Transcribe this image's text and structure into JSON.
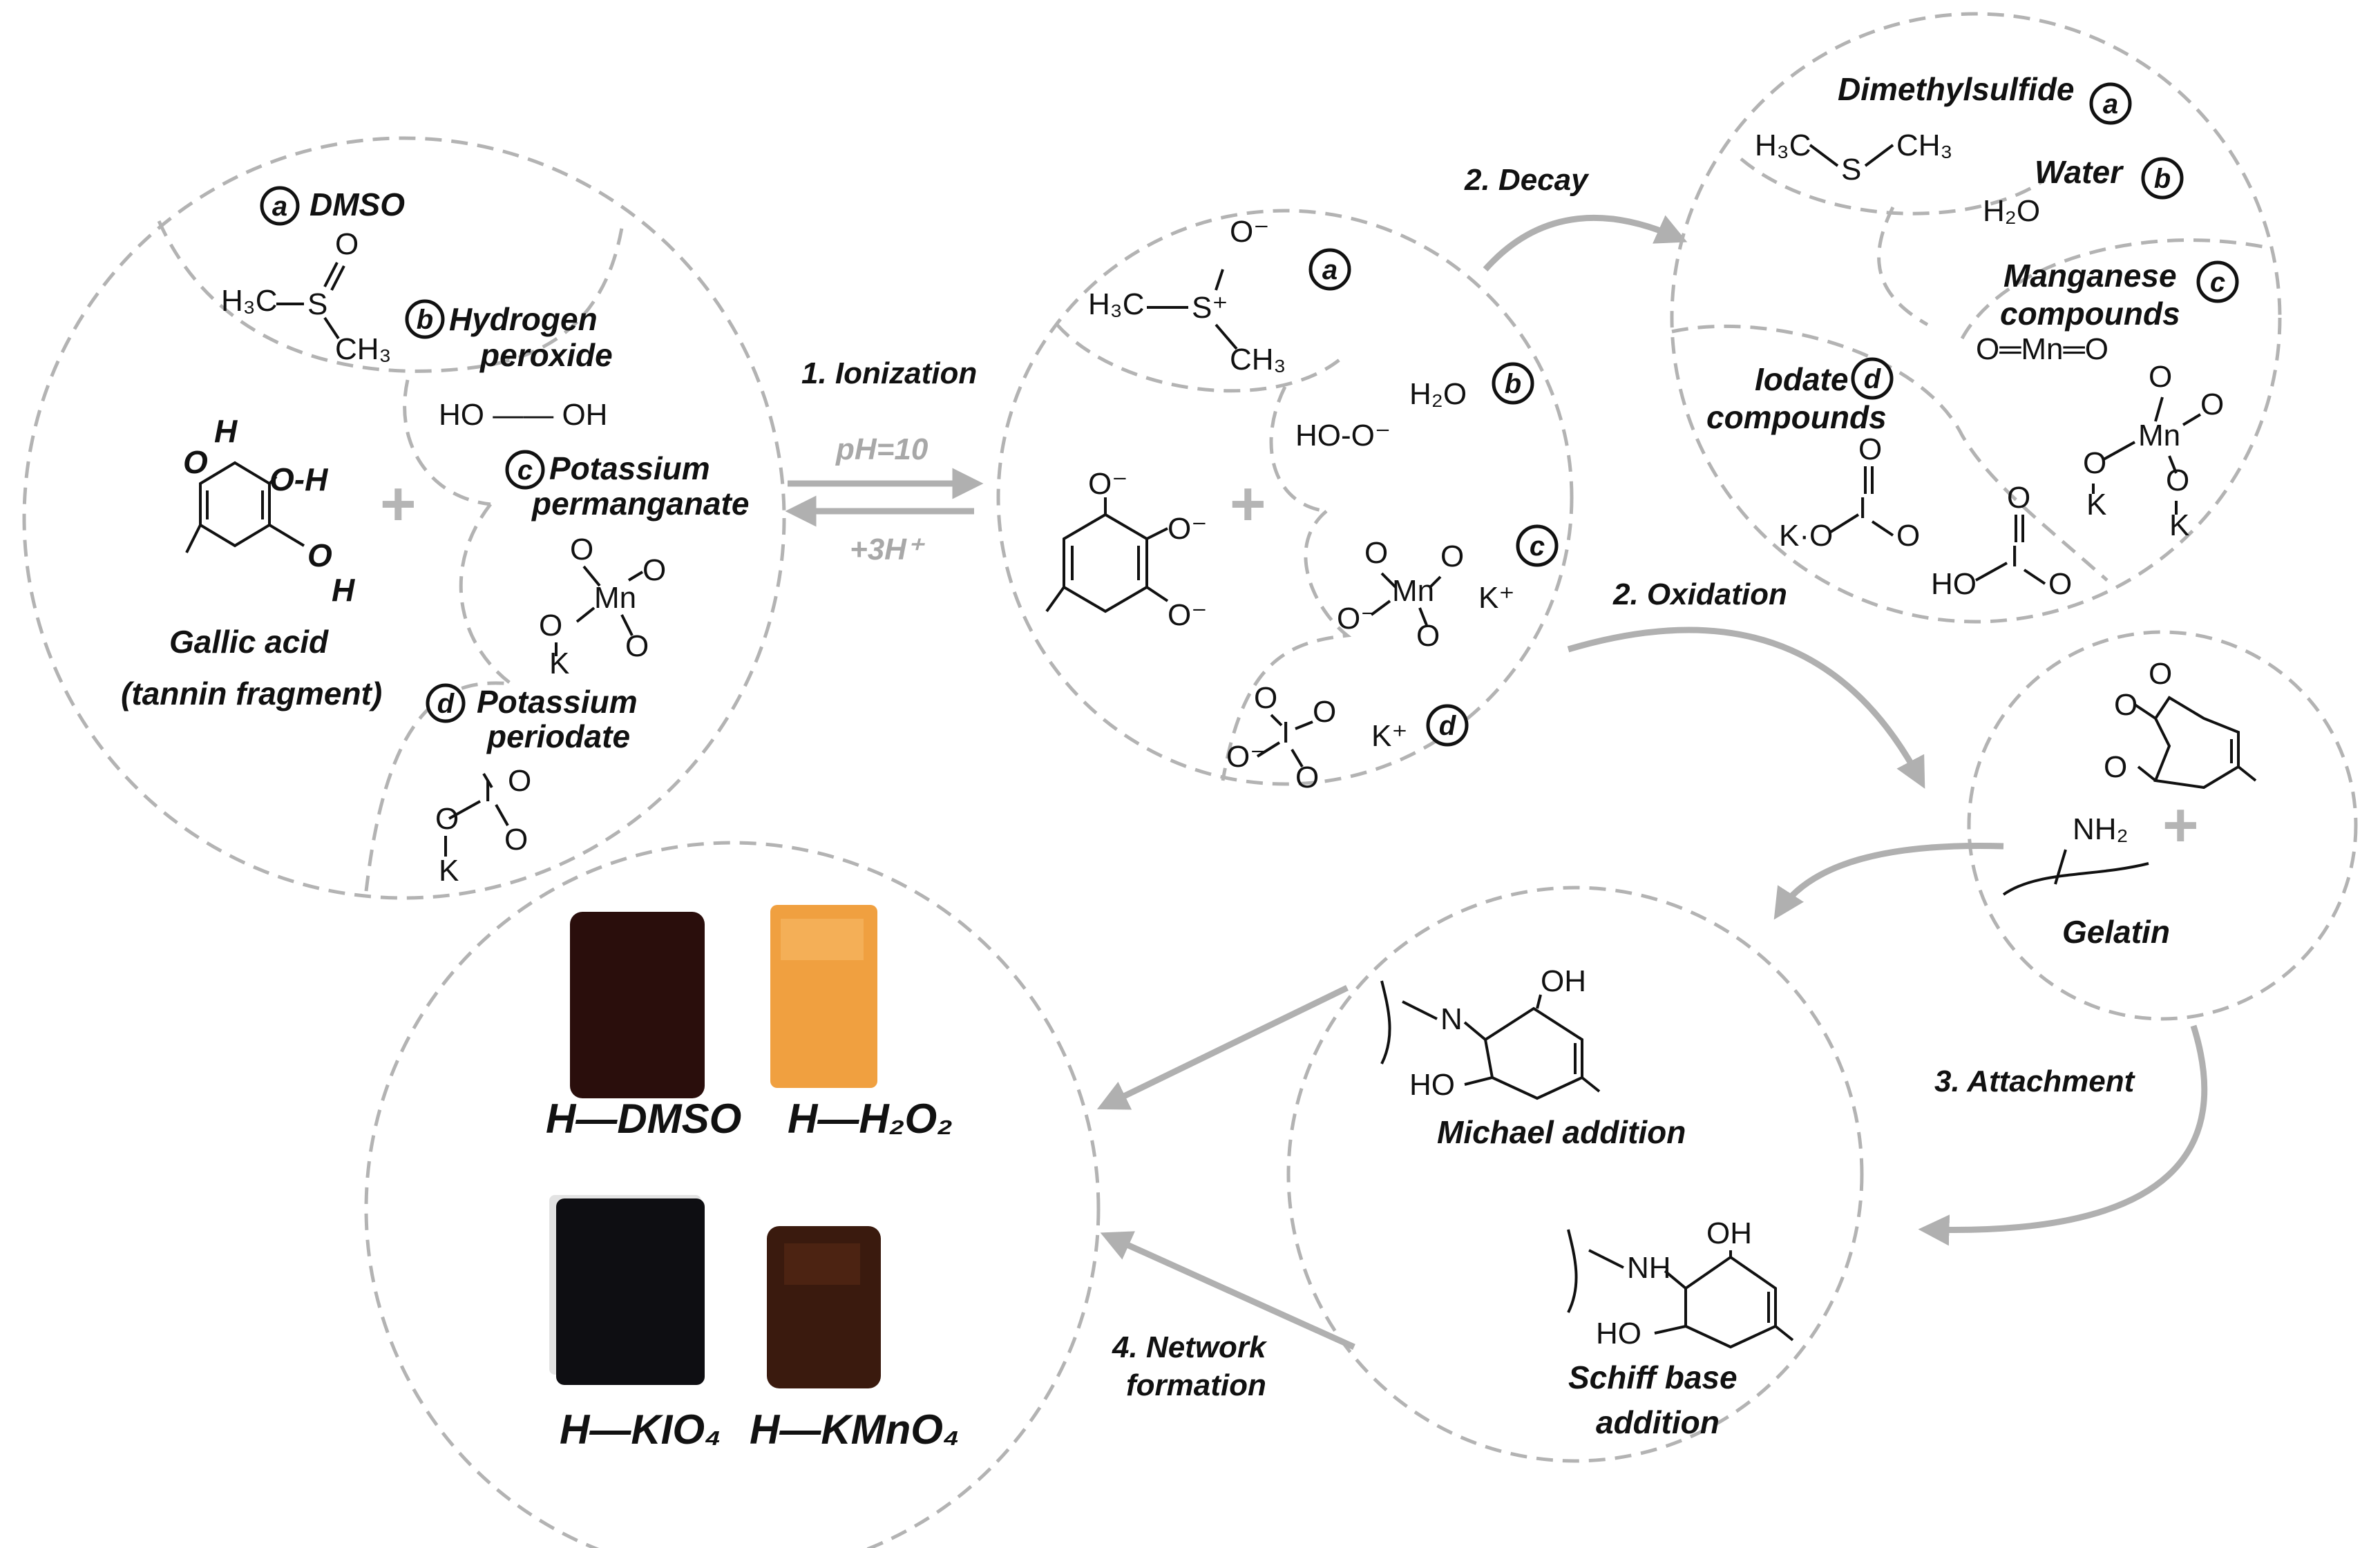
{
  "left_circle": {
    "badge_a": "a",
    "dmso": "DMSO",
    "dmso_o": "O",
    "dmso_h3c": "H₃C",
    "dmso_s": "S",
    "dmso_ch3": "CH₃",
    "badge_b": "b",
    "hp_line1": "Hydrogen",
    "hp_line2": "peroxide",
    "hp_formula": "HO —— OH",
    "badge_c": "c",
    "kmno4_line1": "Potassium",
    "kmno4_line2": "permanganate",
    "mn": "Mn",
    "o": "O",
    "k": "K",
    "badge_d": "d",
    "kio4_line1": "Potassium",
    "kio4_line2": "periodate",
    "i": "I",
    "ga_h": "H",
    "ga_oh1": "O-H",
    "ga_oh2": "H",
    "ga_o": "O",
    "ga_label1": "Gallic acid",
    "ga_label2": "(tannin fragment)"
  },
  "ionized_circle": {
    "badge_a": "a",
    "h3c": "H₃C",
    "s_plus": "S⁺",
    "o_minus": "O⁻",
    "ch3": "CH₃",
    "badge_b": "b",
    "h2o": "H₂O",
    "hoo": "HO-O⁻",
    "badge_c": "c",
    "k_plus": "K⁺",
    "mn": "Mn",
    "o_minus_mn": "O⁻",
    "badge_d": "d",
    "k_plus_d": "K⁺",
    "i": "I",
    "o_minus_i": "O⁻",
    "phenolate_o": "O⁻"
  },
  "decay_circle": {
    "dms_label": "Dimethylsulfide",
    "badge_a": "a",
    "dms_formula_h3c": "H₃C",
    "dms_s": "S",
    "dms_ch3": "CH₃",
    "water_label": "Water",
    "badge_b": "b",
    "h2o": "H₂O",
    "mn_line1": "Manganese",
    "mn_line2": "compounds",
    "badge_c": "c",
    "mno2": "O═Mn═O",
    "io_line1": "Iodate",
    "io_line2": "compounds",
    "badge_d": "d",
    "k_o": "K·O",
    "ho": "HO",
    "i": "I",
    "o": "O",
    "mn": "Mn",
    "k": "K"
  },
  "gelatin_circle": {
    "nh2": "NH₂",
    "label": "Gelatin",
    "o": "O"
  },
  "adduct_circle": {
    "michael_label": "Michael addition",
    "n": "N",
    "oh": "OH",
    "ho": "HO",
    "schiff_line1": "Schiff base",
    "schiff_line2": "addition",
    "nh": "NH"
  },
  "steps": {
    "ionization": "1. Ionization",
    "ph": "pH=10",
    "h_plus": "+3H⁺",
    "decay": "2. Decay",
    "oxidation": "2. Oxidation",
    "attachment": "3. Attachment",
    "network_line1": "4. Network",
    "network_line2": "formation"
  },
  "samples": [
    {
      "label": "H—DMSO",
      "color": "#2a0e0c"
    },
    {
      "label": "H—H₂O₂",
      "color": "#f0a040"
    },
    {
      "label": "H—KIO₄",
      "color": "#0e0e12"
    },
    {
      "label": "H—KMnO₄",
      "color": "#3a1a0e"
    }
  ],
  "colors": {
    "dashed_outline": "#b3b3b3",
    "arrow": "#b0b0b0"
  }
}
